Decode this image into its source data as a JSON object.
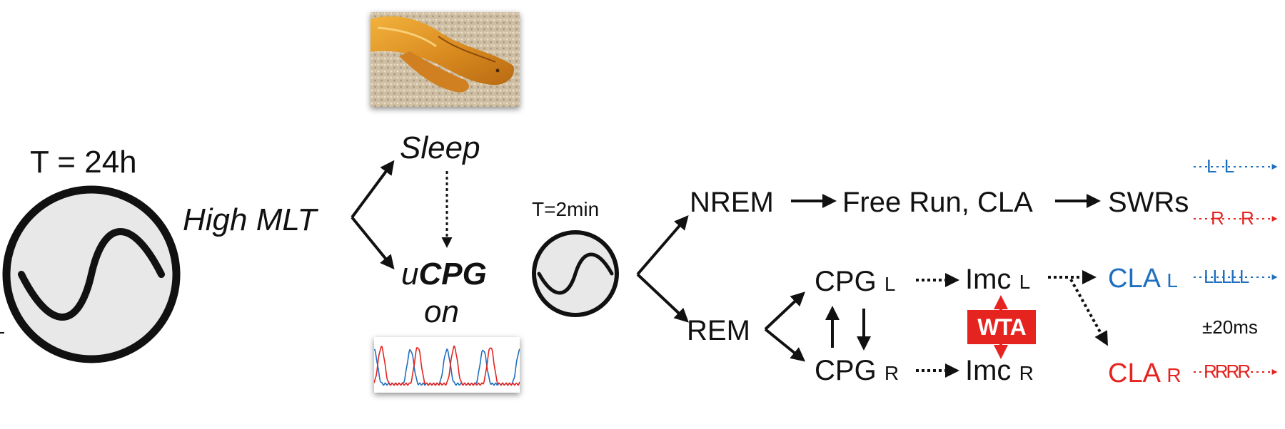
{
  "colors": {
    "left": "#1f6fbf",
    "right": "#e52420",
    "wta_bg": "#e52420",
    "ink": "#111111",
    "disc_fill": "#e8e8e8"
  },
  "icons": {
    "oscillator": "sine-wave-circle-icon",
    "lizard_photo": "sleeping-lizard-photo",
    "ucpg_trace": "oscillation-trace-photo"
  },
  "circadian": {
    "period": "T = 24h",
    "drive": "High MLT"
  },
  "sleep": {
    "label": "Sleep",
    "ucpg_prefix": "u",
    "ucpg_bold": "CPG",
    "ucpg_on": "on"
  },
  "ultradian": {
    "period": "T=2min"
  },
  "states": {
    "nrem": "NREM",
    "rem": "REM"
  },
  "nrem_branch": {
    "free_run": "Free Run, CLA",
    "swrs": "SWRs"
  },
  "rem_branch": {
    "cpg_l": "CPG",
    "cpg_l_side": "L",
    "cpg_r": "CPG",
    "cpg_r_side": "R",
    "imc_l": "Imc",
    "imc_l_side": "L",
    "imc_r": "Imc",
    "imc_r_side": "R",
    "wta": "WTA",
    "cla_l": "CLA",
    "cla_l_side": "L",
    "cla_r": "CLA",
    "cla_r_side": "R",
    "timing": "±20ms"
  },
  "spike_trains": {
    "swr_l": "L L",
    "swr_r": "R R",
    "cla_l": "LLLLL",
    "cla_r": "RRRR"
  }
}
